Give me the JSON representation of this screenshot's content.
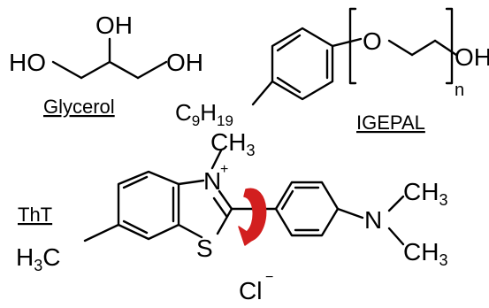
{
  "molecules": {
    "glycerol": {
      "name": "Glycerol",
      "oh_top": "OH",
      "ho_left": "HO",
      "oh_right": "OH"
    },
    "igepal": {
      "name": "IGEPAL",
      "c": "C",
      "c_sub": "9",
      "h": "H",
      "h_sub": "19",
      "o": "O",
      "oh": "OH",
      "n": "n"
    },
    "tht": {
      "name": "ThT",
      "n_plus": "N",
      "charge_plus": "+",
      "ch3_n": "CH",
      "ch3_n_sub": "3",
      "s": "S",
      "h3c_h": "H",
      "h3c_sub": "3",
      "h3c_c": "C",
      "n_amine": "N",
      "ch3_upper": "CH",
      "ch3_upper_sub": "3",
      "ch3_lower": "CH",
      "ch3_lower_sub": "3",
      "chloride": "Cl",
      "charge_minus": "−"
    }
  },
  "colors": {
    "rotation_arrow": "#d21f1f",
    "ink": "#000000"
  },
  "icons": {
    "rotation": "curved-rotation-arrow-icon"
  }
}
